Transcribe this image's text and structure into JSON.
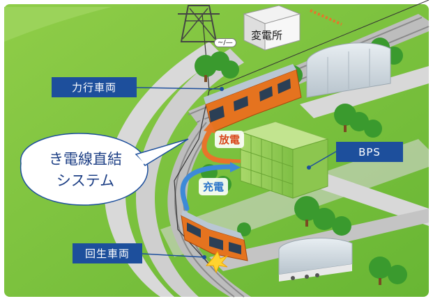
{
  "labels": {
    "powering_car": "力行車両",
    "regen_car": "回生車両",
    "bps": "BPS",
    "substation": "変電所",
    "ac_symbol": "~/—",
    "discharge": "放電",
    "charge": "充電",
    "system_line1": "き電線直結",
    "system_line2": "システム"
  },
  "colors": {
    "label_bg": "#1d4f9c",
    "discharge_text": "#d8471b",
    "charge_text": "#2a74c9",
    "grass": "#74bf3c",
    "track": "#d6d6d6",
    "train_body": "#e5731f",
    "bps_green": "#9ccf5a"
  }
}
